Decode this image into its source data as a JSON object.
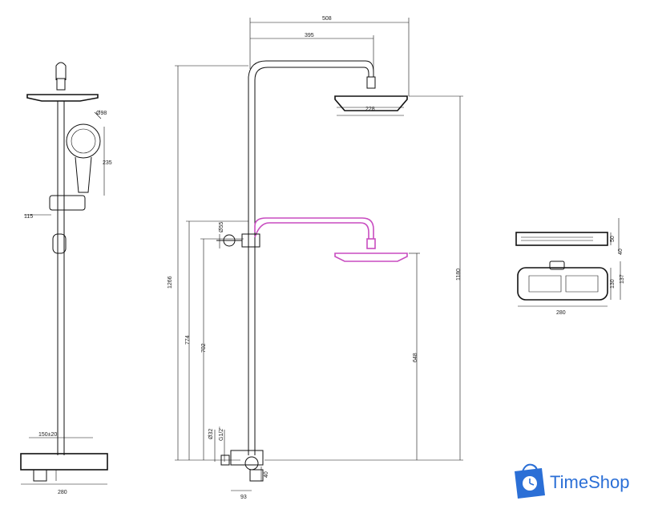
{
  "dimensions": {
    "left_view": {
      "handshower_dia": "Ø98",
      "handshower_len": "235",
      "holder_offset": "115",
      "centers": "150±20",
      "width": "280"
    },
    "front_view": {
      "top_overall": "508",
      "top_arm": "395",
      "top_head_dia": "228",
      "total_height": "1266",
      "head_height": "1180",
      "bar_height": "774",
      "slider_height": "702",
      "head_low": "648",
      "pipe_dia": "Ø55",
      "inlet_a": "Ø32",
      "inlet_b": "G1/2\"",
      "base_a": "93",
      "base_b": "40"
    },
    "shelf_view": {
      "thickness": "40",
      "depth": "130",
      "height_right": "50",
      "width": "280",
      "inner": "137"
    }
  },
  "brand": {
    "name": "TimeShop",
    "accent": "#2b6fd6"
  },
  "colors": {
    "line": "#111111",
    "highlight": "#c84cc0"
  }
}
